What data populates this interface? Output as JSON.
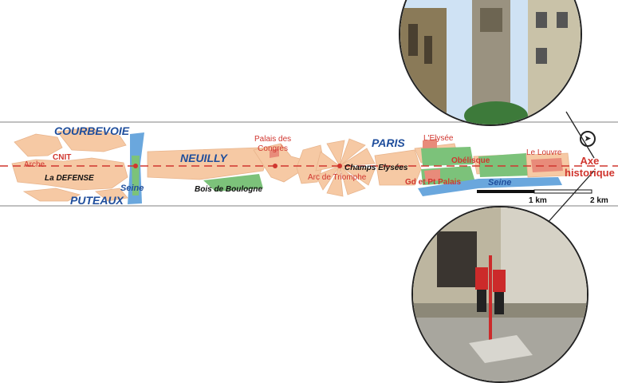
{
  "places": {
    "courbevoie": "COURBEVOIE",
    "puteaux": "PUTEAUX",
    "neuilly": "NEUILLY",
    "paris": "PARIS"
  },
  "landmarks": {
    "arche": "Arche",
    "cnit": "CNIT",
    "la_defense": "La DEFENSE",
    "palais_congres": "Palais des\nCongrès",
    "bois_boulogne": "Bois de Boulogne",
    "arc_triomphe": "Arc de Triomphe",
    "champs_elysees": "Champs Elysées",
    "elysee": "L'Elysée",
    "obelisque": "Obélisque",
    "gd_pt_palais": "Gd et Pt Palais",
    "louvre": "Le Louvre"
  },
  "rivers": {
    "seine_west": "Seine",
    "seine_east": "Seine"
  },
  "axis_title": "Axe\nhistorique",
  "scale": {
    "label_1": "1 km",
    "label_2": "2 km"
  },
  "north_arrow": "north-arrow-icon",
  "colors": {
    "urban": "#f6c9a4",
    "park": "#7cc27a",
    "river": "#6aa7dd",
    "axis": "#d0362f",
    "band_border": "#9a9a9a",
    "place_blue": "#1f4e9c"
  }
}
